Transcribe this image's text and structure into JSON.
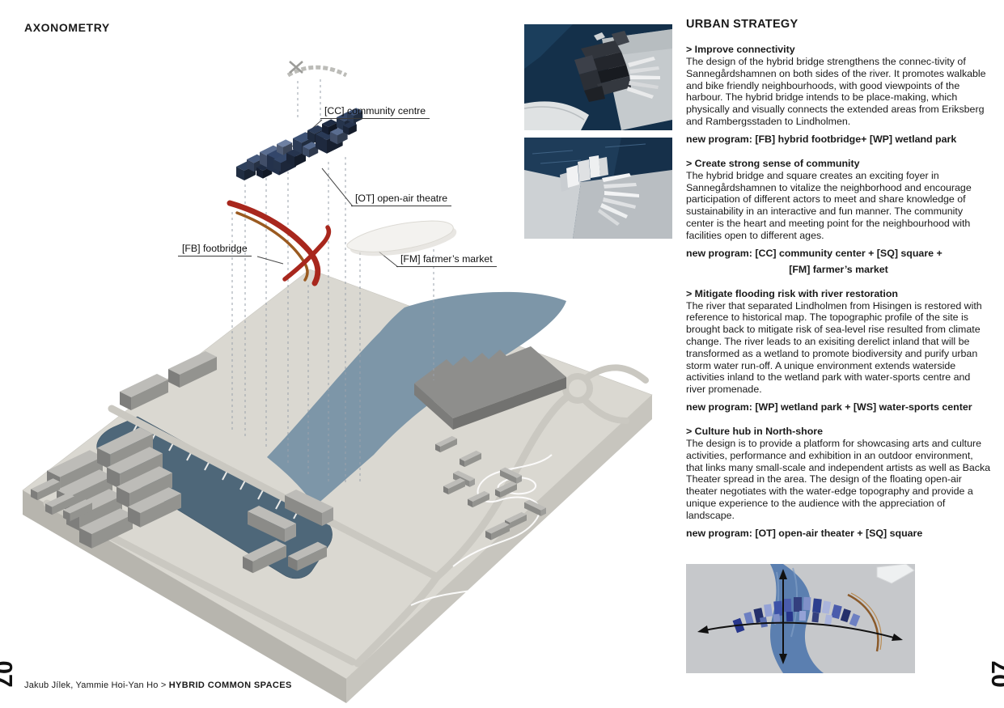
{
  "page": {
    "title": "AXONOMETRY",
    "page_number_left": "07",
    "page_number_right": "07",
    "footer_authors": "Jakub Jílek, Yammie Hoi-Yan Ho > ",
    "footer_project": "HYBRID COMMON SPACES"
  },
  "axonometry": {
    "labels": [
      {
        "id": "cc",
        "text": "[CC] community centre"
      },
      {
        "id": "ot",
        "text": "[OT] open-air theatre"
      },
      {
        "id": "fb",
        "text": "[FB] footbridge"
      },
      {
        "id": "fm",
        "text": "[FM] farmer’s market"
      }
    ]
  },
  "urban_strategy": {
    "title": "URBAN STRATEGY",
    "sections": [
      {
        "heading": "> Improve connectivity",
        "body": "The design of the hybrid bridge strengthens the connec-tivity of Sannegårdshamnen on both sides of the river. It promotes walkable and bike friendly neighbourhoods, with good viewpoints of the harbour. The hybrid bridge intends to be place-making, which physically and visually connects the extended areas from Eriksberg and Rambergsstaden to Lindholmen.",
        "program_lines": [
          "new program: [FB] hybrid footbridge+ [WP] wetland park"
        ]
      },
      {
        "heading": "> Create strong sense of community",
        "body": "The hybrid bridge and square creates an exciting foyer in Sannegårdshamnen to vitalize the neighborhood and encourage participation of different actors to meet and share knowledge of sustainability in an interactive and fun manner. The community center is the heart and meeting point for the neighbourhood with facilities open to different ages.",
        "program_lines": [
          "new program: [CC] community center + [SQ] square +",
          "[FM] farmer’s market"
        ]
      },
      {
        "heading": "> Mitigate flooding risk with river restoration",
        "body": "The river that separated Lindholmen from Hisingen is restored with reference to historical map. The topographic profile of the site is brought back to mitigate risk of sea-level rise resulted from climate change. The river leads to an exisiting derelict inland that will be transformed as a wetland to promote biodiversity and purify urban storm water run-off. A unique environment extends waterside activities inland to the wetland park with water-sports centre and river promenade.",
        "program_lines": [
          "new program: [WP] wetland park + [WS] water-sports center"
        ]
      },
      {
        "heading": "> Culture hub in North-shore",
        "body": "The design is to provide a platform for showcasing arts and culture activities, performance and exhibition in an outdoor environment, that links many small-scale and independent artists as well as Backa Theater spread in the area. The design of the floating open-air theater negotiates with the water-edge topography and provide a unique experience to the audience with the appreciation of landscape.",
        "program_lines": [
          "new program: [OT] open-air theater + [SQ] square"
        ]
      }
    ]
  },
  "colors": {
    "plate": "#d9d7d0",
    "river": "#7d96a8",
    "harbour": "#4e6779",
    "bridge_red": "#a8271d",
    "cluster_navy": "#35486a",
    "render_water_blue": "#5b7fb0"
  }
}
